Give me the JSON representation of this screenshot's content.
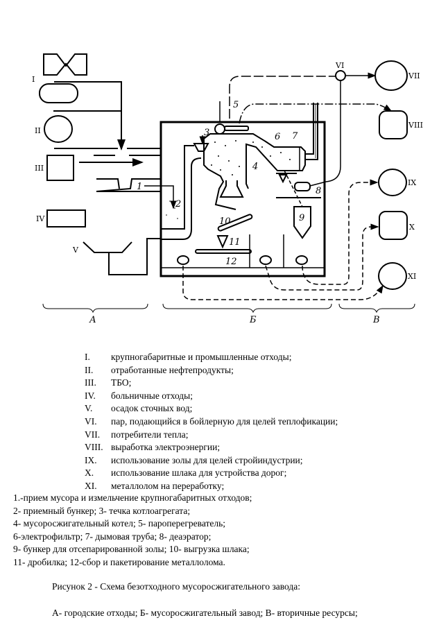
{
  "diagram": {
    "title": "Схема безотходного мусоросжигательного завода",
    "source_labels": [
      "I",
      "II",
      "III",
      "IV",
      "V"
    ],
    "output_labels": [
      "VI",
      "VII",
      "VIII",
      "IX",
      "X",
      "XI"
    ],
    "component_numbers": [
      "1",
      "2",
      "3",
      "4",
      "5",
      "6",
      "7",
      "8",
      "9",
      "10",
      "11",
      "12"
    ],
    "group_labels": [
      "А",
      "Б",
      "В"
    ]
  },
  "legend_roman": [
    {
      "num": "I.",
      "text": "крупногабаритные и промышленные отходы;"
    },
    {
      "num": "II.",
      "text": "отработанные нефтепродукты;"
    },
    {
      "num": "III.",
      "text": "ТБО;"
    },
    {
      "num": "IV.",
      "text": "больничные отходы;"
    },
    {
      "num": "V.",
      "text": "осадок сточных вод;"
    },
    {
      "num": "VI.",
      "text": "пар, подающийся в бойлерную для целей теплофикации;"
    },
    {
      "num": "VII.",
      "text": "потребители тепла;"
    },
    {
      "num": "VIII.",
      "text": "выработка электроэнергии;"
    },
    {
      "num": "IX.",
      "text": "использование золы для целей стройиндустрии;"
    },
    {
      "num": "X.",
      "text": "использование шлака для устройства дорог;"
    },
    {
      "num": "XI.",
      "text": "металлолом на переработку;"
    }
  ],
  "legend_arabic": [
    "1.-прием мусора и измельчение крупногабаритных отходов;",
    "2- приемный бункер; 3- течка котлоагрегата;",
    "4- мусоросжигательный котел; 5- пароперегреватель;",
    "6-электрофильтр; 7- дымовая труба; 8- деаэратор;",
    "9- бункер для отсепарированной золы; 10- выгрузка шлака;",
    "11- дробилка; 12-сбор и пакетирование металлолома."
  ],
  "caption": "Рисунок 2 - Схема безотходного мусоросжигательного завода:",
  "groups_line": "А- городские отходы; Б- мусоросжигательный завод; В- вторичные ресурсы;"
}
